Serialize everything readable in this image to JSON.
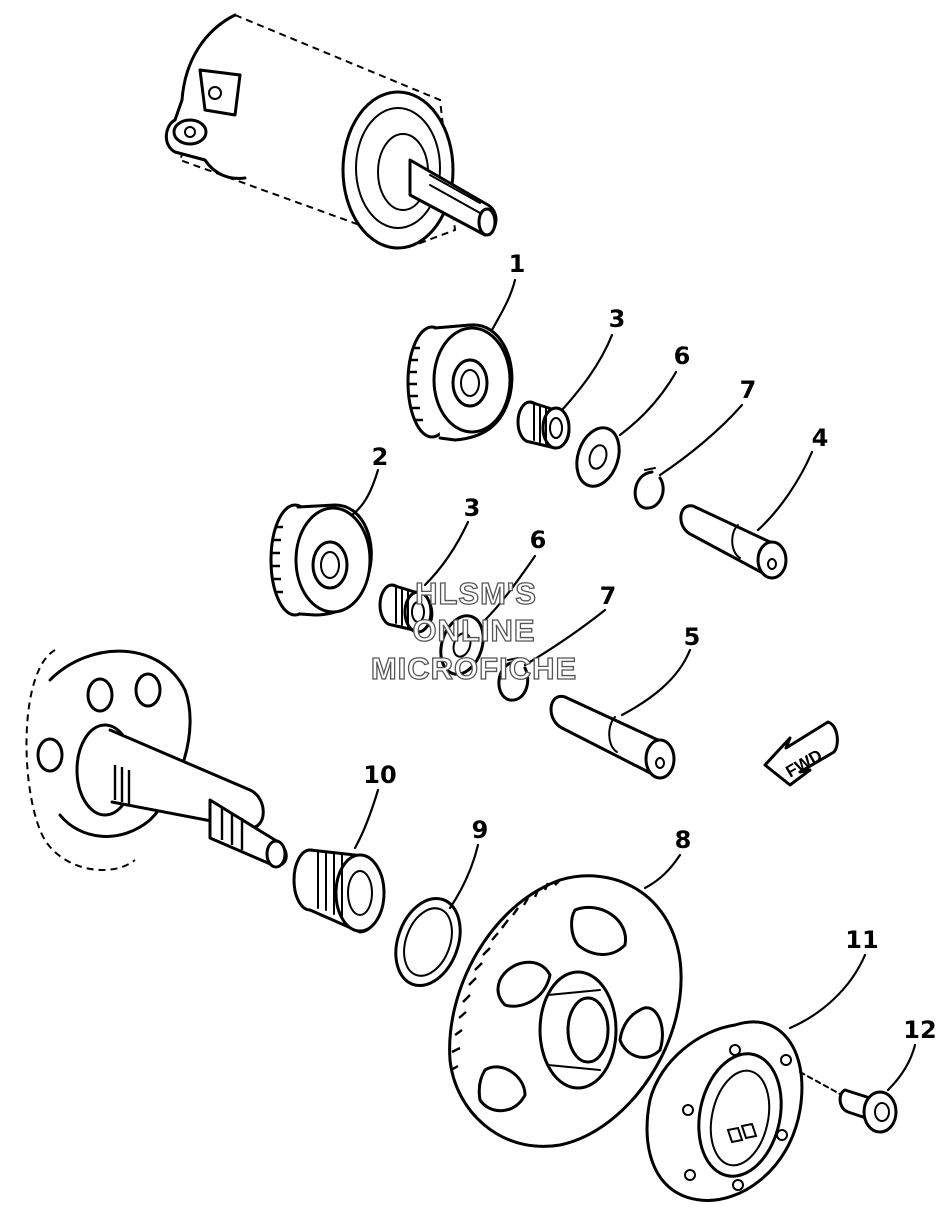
{
  "diagram": {
    "callouts": [
      "1",
      "2",
      "3",
      "3",
      "4",
      "5",
      "6",
      "6",
      "7",
      "7",
      "8",
      "9",
      "10",
      "11",
      "12"
    ],
    "watermark": [
      "HLSM'S",
      "ONLINE",
      "MICROFICHE"
    ],
    "direction_label": "FWD"
  }
}
